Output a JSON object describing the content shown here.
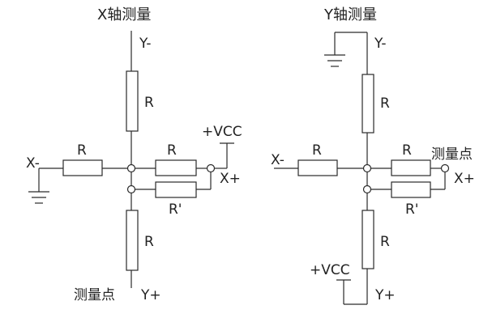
{
  "left": {
    "title": "X轴测量",
    "y_minus": "Y-",
    "x_minus": "X-",
    "x_plus": "X+",
    "y_plus": "Y+",
    "r_top": "R",
    "r_left": "R",
    "r_right": "R",
    "r_prime": "R'",
    "r_bottom": "R",
    "vcc": "+VCC",
    "measure_point": "测量点"
  },
  "right": {
    "title": "Y轴测量",
    "y_minus": "Y-",
    "x_minus": "X-",
    "x_plus": "X+",
    "y_plus": "Y+",
    "r_top": "R",
    "r_left": "R",
    "r_right": "R",
    "r_prime": "R'",
    "r_bottom": "R",
    "vcc": "+VCC",
    "measure_point": "测量点"
  }
}
